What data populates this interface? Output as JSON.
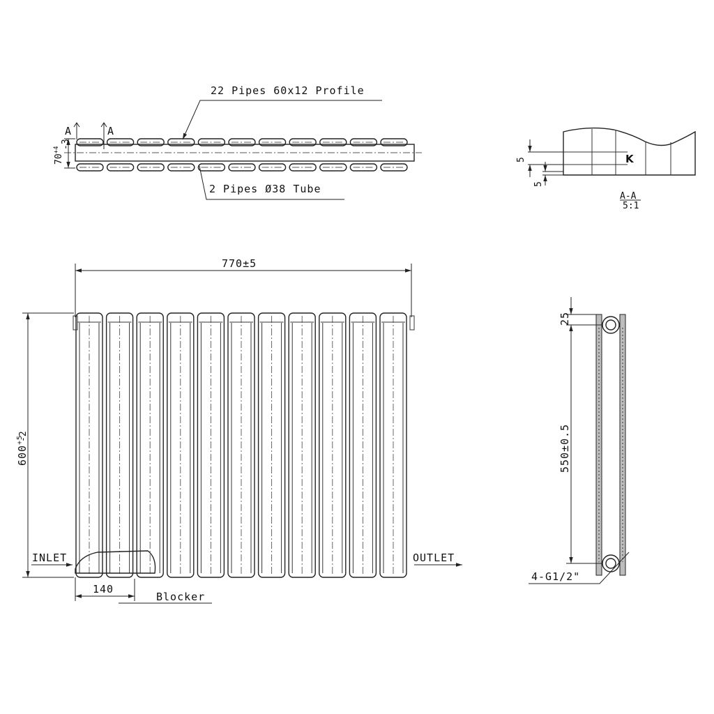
{
  "top_view": {
    "label_profile_pipes": "22 Pipes 60x12 Profile",
    "label_tube_pipes": "2 Pipes Ø38 Tube",
    "section_mark_left": "A",
    "section_mark_right": "A",
    "depth_dim": "70",
    "depth_tol_upper": "+4",
    "depth_tol_lower": "-3"
  },
  "section_view": {
    "dim_upper": "5",
    "dim_lower": "5",
    "k_label": "K",
    "title": "A-A",
    "scale": "5:1"
  },
  "front_view": {
    "width_dim": "770±5",
    "height_dim": "600",
    "height_tol_upper": "+5",
    "height_tol_lower": "-2",
    "inlet_label": "INLET",
    "outlet_label": "OUTLET",
    "offset_dim": "140",
    "blocker_label": "Blocker",
    "column_count": 11
  },
  "side_view": {
    "top_dim": "25",
    "center_dim": "550±0.5",
    "connection_label": "4-G1/2\""
  }
}
